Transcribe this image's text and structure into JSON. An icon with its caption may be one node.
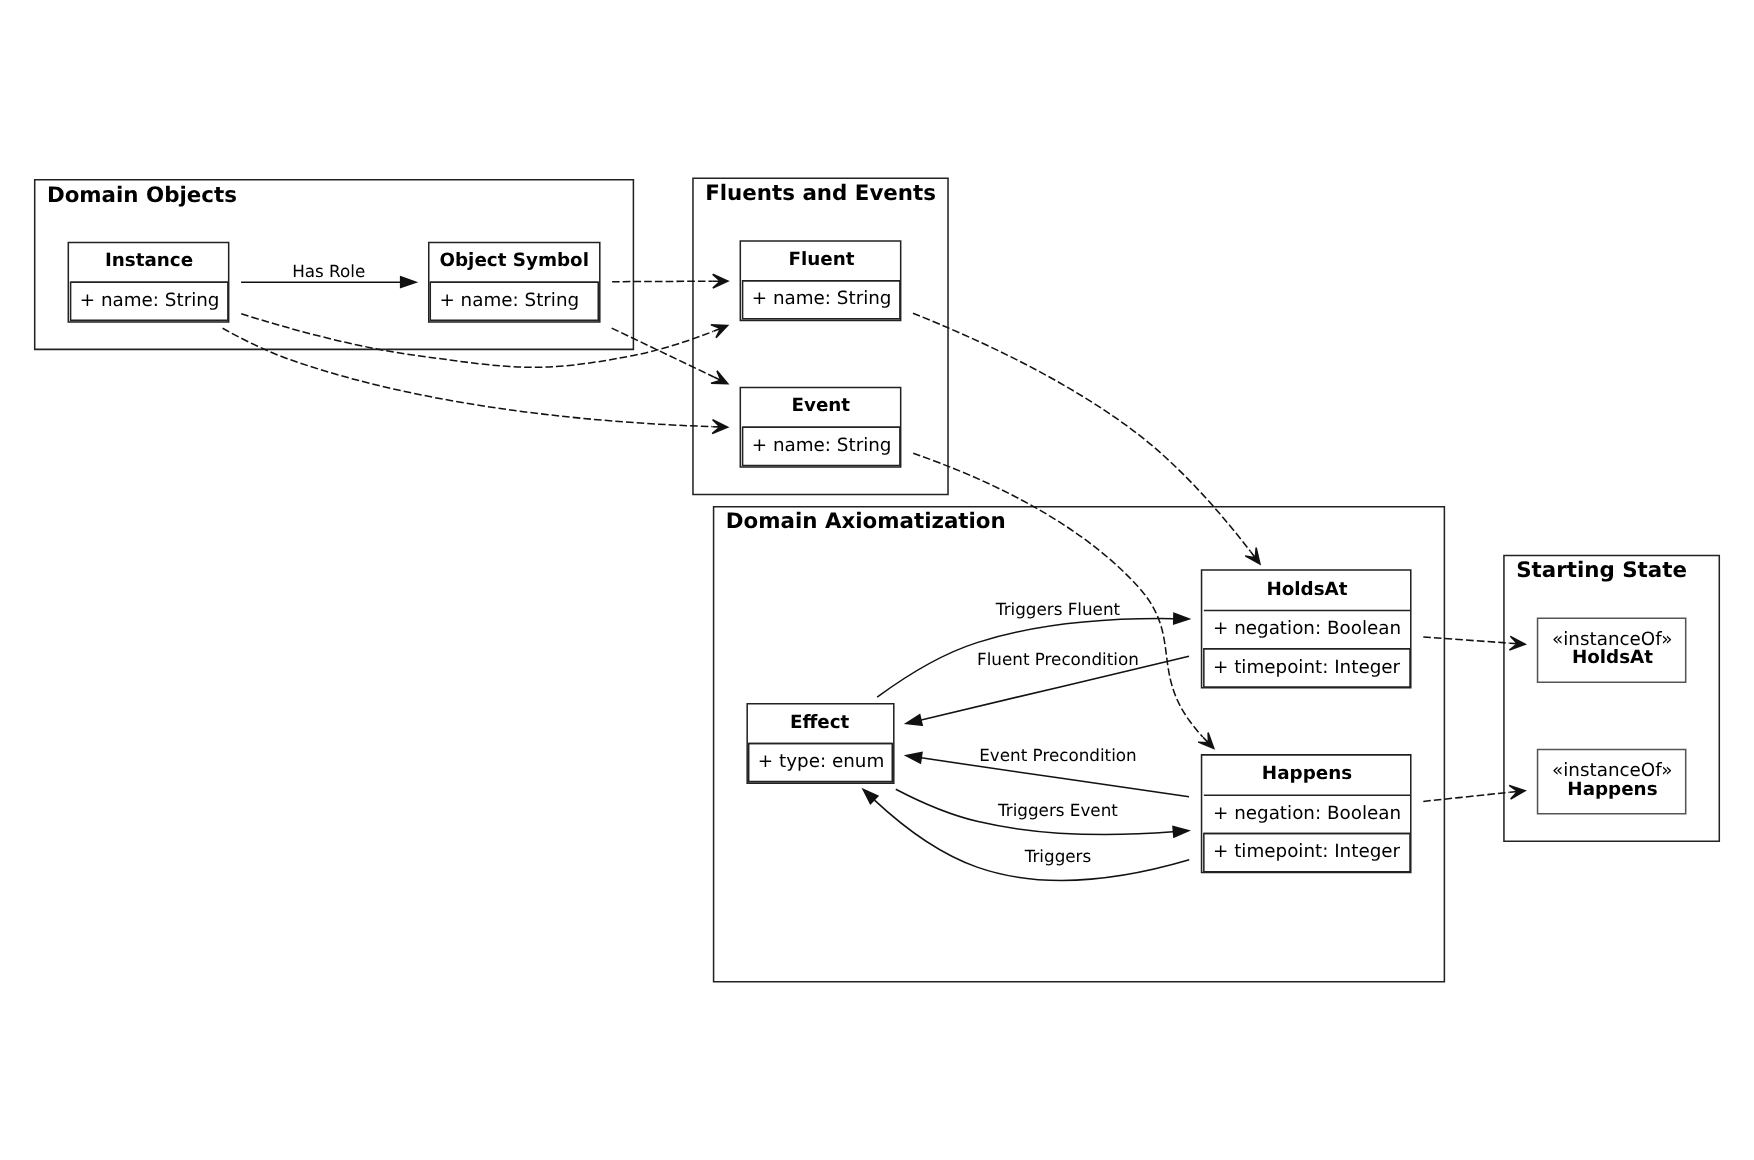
{
  "diagram": {
    "nodes": [
      {
        "text": [
          "Domain Objects"
        ]
      },
      {
        "text": [
          "Instance",
          "+ name: String"
        ],
        "in": 0
      },
      {
        "text": [
          "Object Symbol",
          "+ name: String"
        ],
        "in": 0
      },
      {
        "text": [
          "Fluents and Events"
        ]
      },
      {
        "text": [
          "Fluent",
          "+ name: String"
        ],
        "in": 3
      },
      {
        "text": [
          "Event",
          "+ name: String"
        ],
        "in": 3
      },
      {
        "text": [
          "Domain Axiomatization"
        ]
      },
      {
        "text": [
          "Effect",
          "+ type: enum"
        ],
        "in": 6
      },
      {
        "text": [
          "HoldsAt",
          "+ negation: Boolean",
          "+ timepoint: Integer"
        ],
        "in": 6
      },
      {
        "text": [
          "Happens",
          "+ negation: Boolean",
          "+ timepoint: Integer"
        ],
        "in": 6
      },
      {
        "text": [
          "Starting State"
        ]
      },
      {
        "text": [
          "«instanceOf»",
          "HoldsAt"
        ],
        "in": 10
      },
      {
        "text": [
          "«instanceOf»",
          "Happens"
        ],
        "in": 10
      }
    ],
    "edges": [
      {
        "from": 1,
        "to": 2,
        "arrow": "to",
        "label": "Has Role"
      },
      {
        "from": 1,
        "to": 4,
        "arrow": "to",
        "style": "dashed"
      },
      {
        "from": 2,
        "to": 4,
        "arrow": "to",
        "style": "dashed"
      },
      {
        "from": 2,
        "to": 5,
        "arrow": "to",
        "style": "dashed"
      },
      {
        "from": 1,
        "to": 5,
        "arrow": "to",
        "style": "dashed"
      },
      {
        "from": 4,
        "to": 8,
        "arrow": "to",
        "style": "dashed"
      },
      {
        "from": 5,
        "to": 9,
        "arrow": "to",
        "style": "dashed"
      },
      {
        "from": 8,
        "to": 11,
        "arrow": "to",
        "style": "dashed"
      },
      {
        "from": 9,
        "to": 12,
        "arrow": "to",
        "style": "dashed"
      },
      {
        "from": 7,
        "to": 8,
        "arrow": "to",
        "label": "Triggers Fluent"
      },
      {
        "from": 8,
        "to": 7,
        "arrow": "to",
        "label": "Fluent Precondition"
      },
      {
        "from": 9,
        "to": 7,
        "arrow": "to",
        "label": "Event Precondition"
      },
      {
        "from": 7,
        "to": 9,
        "arrow": "to",
        "label": "Triggers Event"
      },
      {
        "from": 9,
        "to": 7,
        "arrow": "to",
        "label": "Triggers"
      }
    ]
  }
}
